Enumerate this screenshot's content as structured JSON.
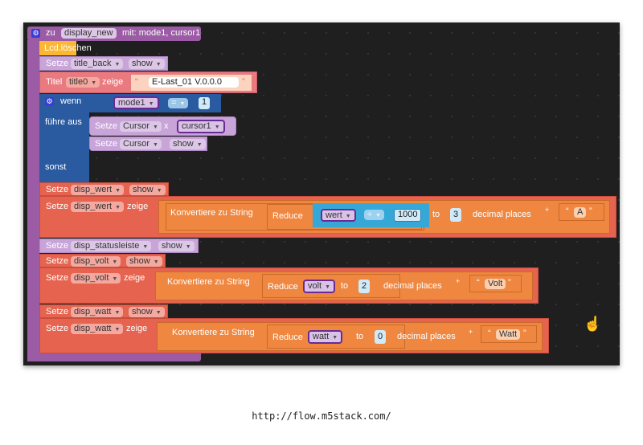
{
  "function": {
    "zu": "zu",
    "name": "display_new",
    "mit": "mit: mode1, cursor1"
  },
  "lcd_clear": "Lcd.löschen",
  "setze": "Setze",
  "zeige": "zeige",
  "show": "show",
  "title_back": "title_back",
  "titel": {
    "label": "Titel",
    "var": "title0",
    "text": "E-Last_01       V.0.0.0"
  },
  "if": {
    "wenn": "wenn",
    "do": "führe aus",
    "else": "sonst",
    "var": "mode1",
    "op": "=",
    "value": "1",
    "setcursor": {
      "var": "Cursor",
      "x": "x",
      "value": "cursor1"
    }
  },
  "cursor": "Cursor",
  "convert": "Konvertiere zu String",
  "reduce": "Reduce",
  "to": "to",
  "decimal": "decimal places",
  "plus": "+",
  "quote_open": "“",
  "quote_close": "”",
  "wert": {
    "label": "disp_wert",
    "var": "wert",
    "div": "÷",
    "divisor": "1000",
    "places": "3",
    "unit": "A"
  },
  "statusleiste": "disp_statusleiste",
  "volt": {
    "label": "disp_volt",
    "var": "volt",
    "places": "2",
    "unit": "Volt"
  },
  "watt": {
    "label": "disp_watt",
    "var": "watt",
    "places": "0",
    "unit": "Watt"
  },
  "url": "http://flow.m5stack.com/"
}
